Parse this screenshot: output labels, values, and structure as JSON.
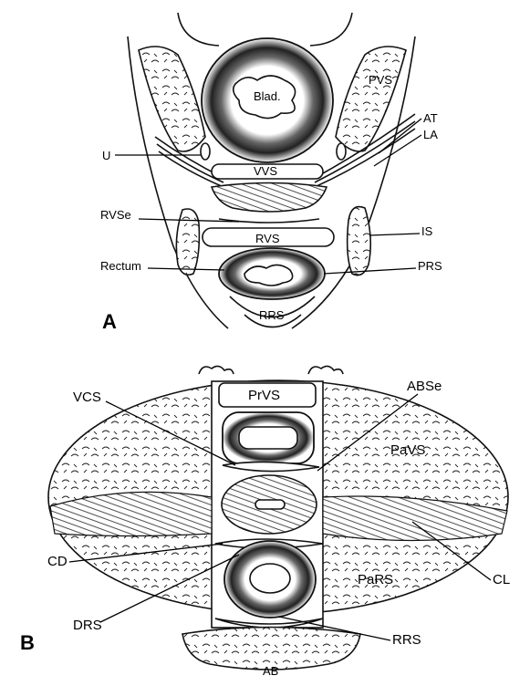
{
  "panel_a": {
    "panel_label": "A",
    "labels": {
      "bladder": "Blad.",
      "pvs": "PVS",
      "at": "AT",
      "la": "LA",
      "u": "U",
      "vvs": "VVS",
      "rvse": "RVSe",
      "is": "IS",
      "rvs": "RVS",
      "rectum": "Rectum",
      "prs": "PRS",
      "rrs": "RRS"
    }
  },
  "panel_b": {
    "panel_label": "B",
    "labels": {
      "prvs": "PrVS",
      "vcs": "VCS",
      "abse": "ABSe",
      "pavs": "PaVS",
      "cd": "CD",
      "cl": "CL",
      "pars": "PaRS",
      "drs": "DRS",
      "rrs": "RRS"
    },
    "artist_initials": "AB"
  }
}
